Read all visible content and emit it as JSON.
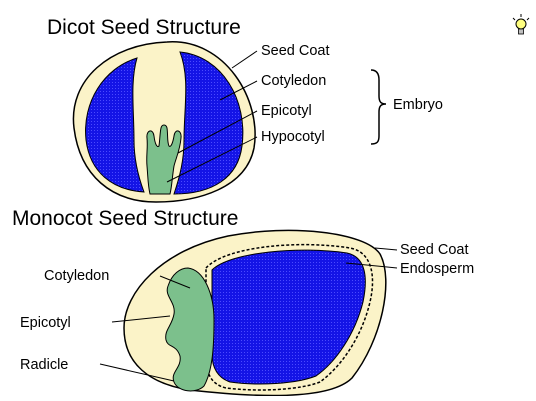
{
  "dicot": {
    "title": "Dicot Seed Structure",
    "labels": {
      "seed_coat": "Seed Coat",
      "cotyledon": "Cotyledon",
      "epicotyl": "Epicotyl",
      "hypocotyl": "Hypocotyl",
      "embryo": "Embryo"
    }
  },
  "monocot": {
    "title": "Monocot Seed Structure",
    "labels": {
      "seed_coat": "Seed Coat",
      "endosperm": "Endosperm",
      "cotyledon": "Cotyledon",
      "epicotyl": "Epicotyl",
      "radicle": "Radicle"
    }
  },
  "colors": {
    "seed_coat": "#fbf3c8",
    "cotyledon_blue": "#1414e6",
    "embryo_green": "#7cc08c",
    "outline": "#000000"
  },
  "icons": {
    "corner": "lightbulb-icon"
  }
}
